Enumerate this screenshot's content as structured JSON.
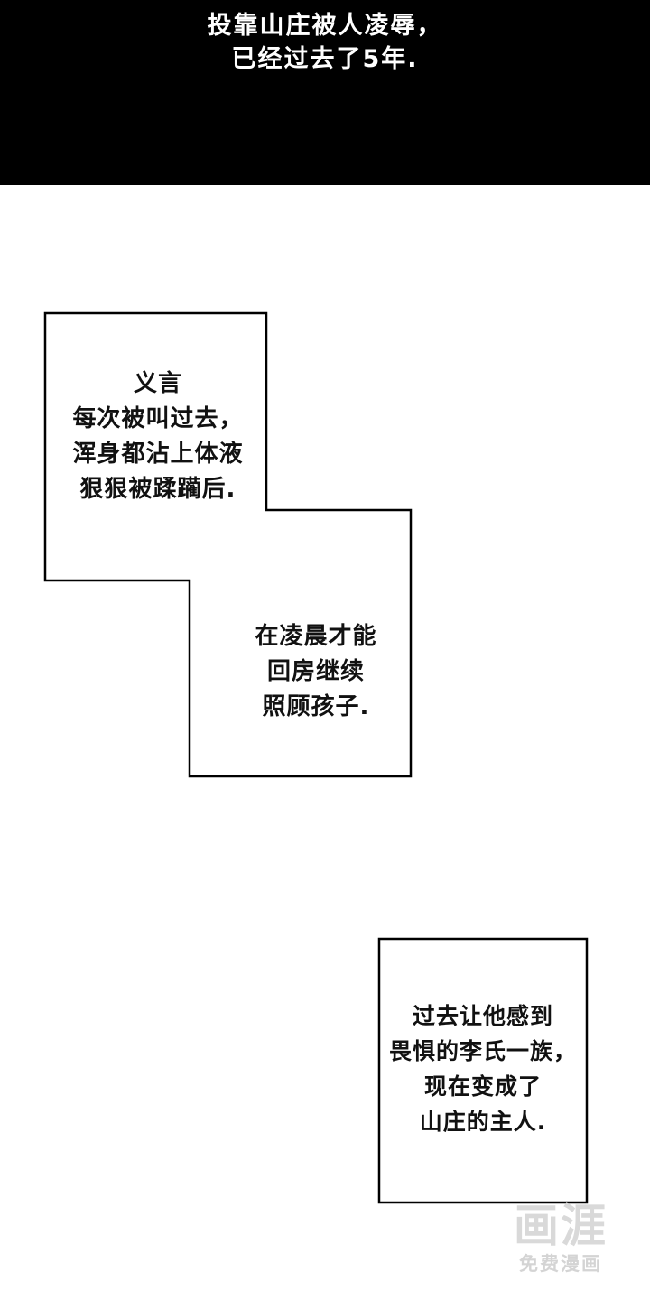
{
  "colors": {
    "page_bg": "#ffffff",
    "header_bg": "#000000",
    "header_text": "#ffffff",
    "panel_stroke": "#000000",
    "caption_text": "#111111",
    "watermark": "#d9d9d9"
  },
  "header": {
    "line1": "投靠山庄被人凌辱，",
    "line2": "已经过去了5年."
  },
  "panels": {
    "stepped_caption": {
      "top_lines": {
        "l0": "义言",
        "l1": "每次被叫过去，",
        "l2": "浑身都沾上体液",
        "l3": "狠狠被蹂躏后."
      },
      "bottom_lines": {
        "l0": "在凌晨才能",
        "l1": "回房继续",
        "l2": "照顾孩子."
      }
    },
    "bottom_caption": {
      "lines": {
        "l0": "过去让他感到",
        "l1": "畏惧的李氏一族，",
        "l2": "现在变成了",
        "l3": "山庄的主人."
      }
    }
  },
  "watermark": {
    "logo": "画涯",
    "caption": "免费漫画"
  }
}
